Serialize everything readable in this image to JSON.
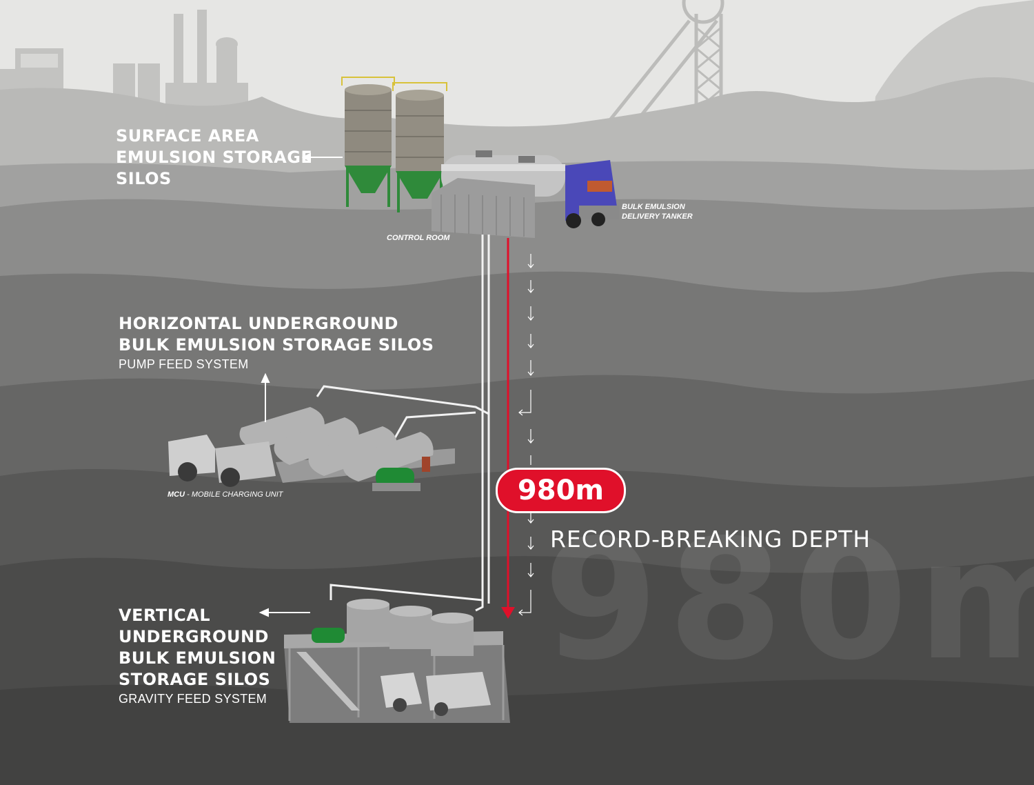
{
  "surface": {
    "title_lines": [
      "SURFACE AREA",
      "EMULSION STORAGE",
      "SILOS"
    ]
  },
  "tanker": {
    "label_lines": [
      "BULK EMULSION",
      "DELIVERY TANKER"
    ]
  },
  "control_room": {
    "label": "CONTROL ROOM"
  },
  "horizontal": {
    "title_lines": [
      "HORIZONTAL UNDERGROUND",
      "BULK EMULSION STORAGE SILOS"
    ],
    "subtitle": "PUMP FEED SYSTEM"
  },
  "mcu": {
    "abbr": "MCU",
    "description": "- MOBILE CHARGING UNIT"
  },
  "vertical": {
    "title_lines": [
      "VERTICAL",
      "UNDERGROUND",
      "BULK EMULSION",
      "STORAGE SILOS"
    ],
    "subtitle": "GRAVITY FEED SYSTEM"
  },
  "depth": {
    "badge": "980m",
    "caption": "RECORD-BREAKING DEPTH",
    "watermark": "980m"
  },
  "colors": {
    "accent": "#e0102a",
    "text": "#ffffff"
  }
}
